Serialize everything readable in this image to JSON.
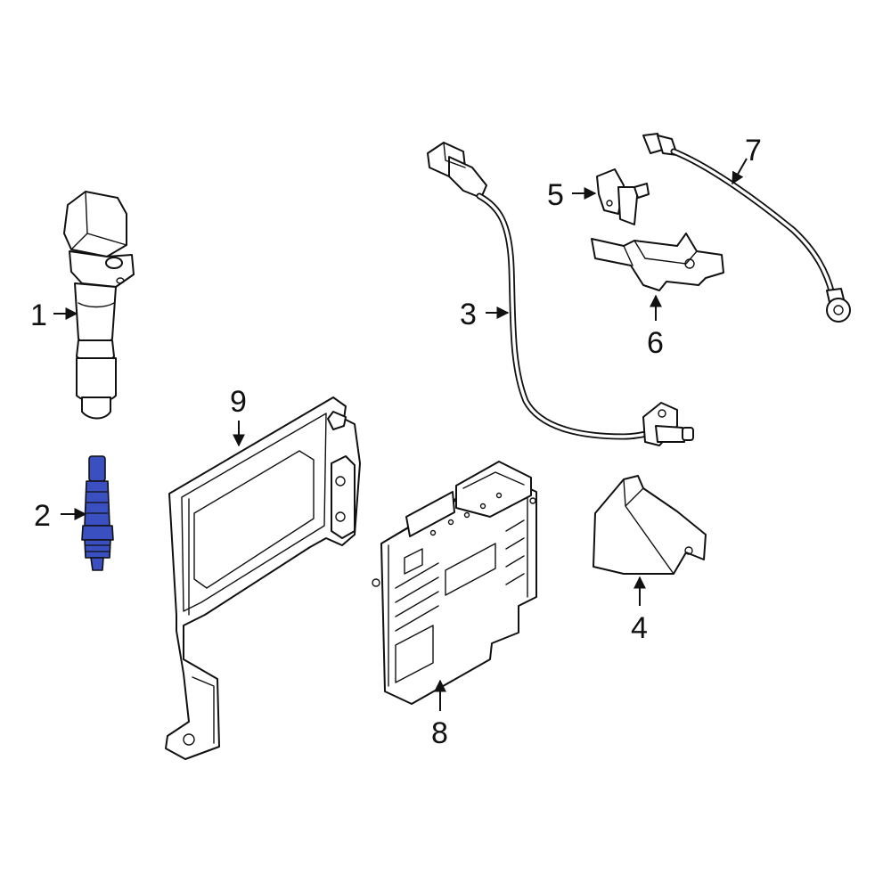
{
  "diagram": {
    "highlight_color": "#3a4fc0",
    "line_color": "#111111",
    "callouts": [
      {
        "id": "1",
        "label": "1"
      },
      {
        "id": "2",
        "label": "2"
      },
      {
        "id": "3",
        "label": "3"
      },
      {
        "id": "4",
        "label": "4"
      },
      {
        "id": "5",
        "label": "5"
      },
      {
        "id": "6",
        "label": "6"
      },
      {
        "id": "7",
        "label": "7"
      },
      {
        "id": "8",
        "label": "8"
      },
      {
        "id": "9",
        "label": "9"
      }
    ],
    "parts": [
      {
        "callout": "1",
        "icon": "ignition-coil-icon"
      },
      {
        "callout": "2",
        "icon": "spark-plug-icon",
        "highlighted": true
      },
      {
        "callout": "3",
        "icon": "crankshaft-sensor-icon"
      },
      {
        "callout": "4",
        "icon": "sensor-shield-icon"
      },
      {
        "callout": "5",
        "icon": "camshaft-sensor-icon"
      },
      {
        "callout": "6",
        "icon": "sensor-bracket-icon"
      },
      {
        "callout": "7",
        "icon": "knock-sensor-icon"
      },
      {
        "callout": "8",
        "icon": "ecm-module-icon"
      },
      {
        "callout": "9",
        "icon": "ecm-bracket-icon"
      }
    ]
  }
}
